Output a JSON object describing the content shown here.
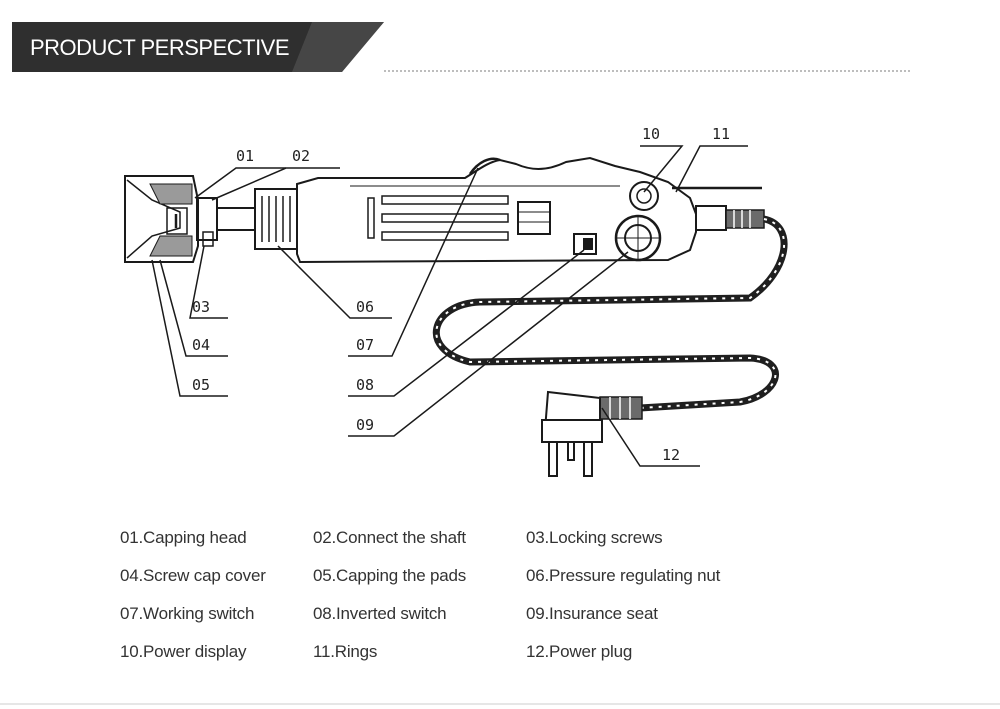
{
  "banner": {
    "title": "PRODUCT PERSPECTIVE"
  },
  "callouts": [
    {
      "id": "01"
    },
    {
      "id": "02"
    },
    {
      "id": "03"
    },
    {
      "id": "04"
    },
    {
      "id": "05"
    },
    {
      "id": "06"
    },
    {
      "id": "07"
    },
    {
      "id": "08"
    },
    {
      "id": "09"
    },
    {
      "id": "10"
    },
    {
      "id": "11"
    },
    {
      "id": "12"
    }
  ],
  "legend": [
    "01.Capping head",
    "02.Connect the shaft",
    "03.Locking screws",
    "04.Screw cap cover",
    "05.Capping the pads",
    "06.Pressure regulating nut",
    "07.Working switch",
    "08.Inverted switch",
    "09.Insurance seat",
    "10.Power display",
    "11.Rings",
    "12.Power plug"
  ],
  "colors": {
    "banner": "#2f2f2f",
    "line": "#1a1a1a"
  }
}
